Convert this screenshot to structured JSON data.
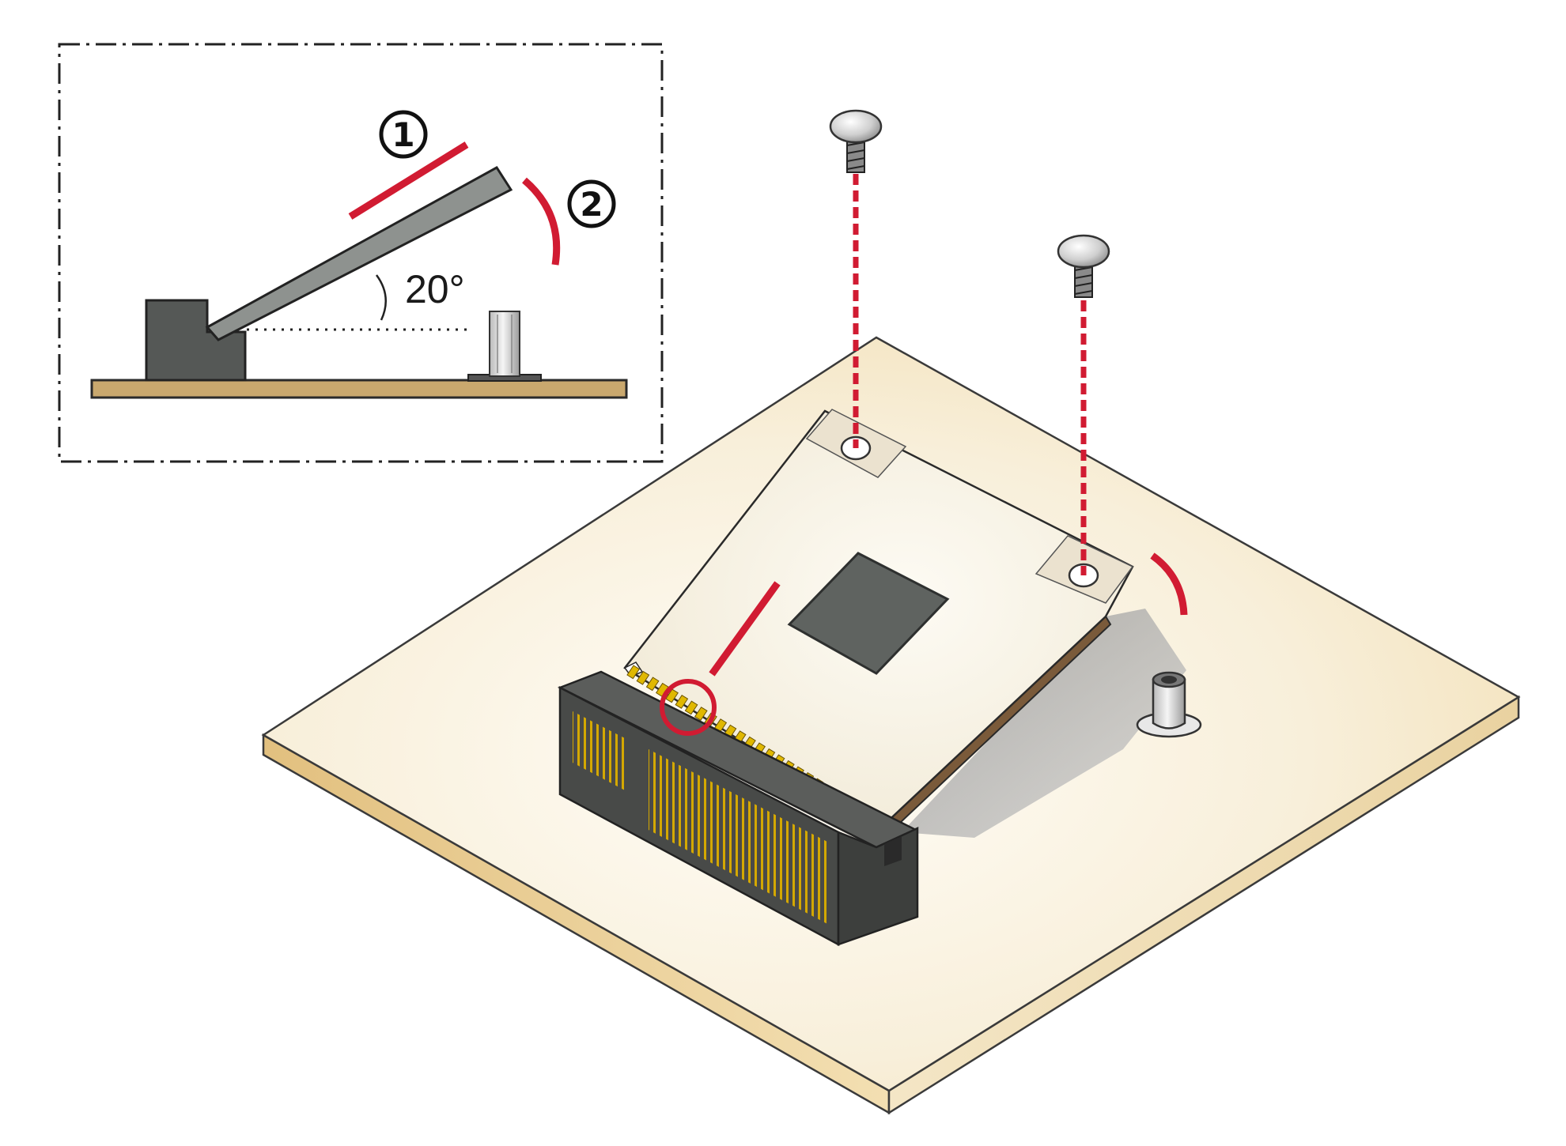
{
  "inset": {
    "step_1_marker": "1",
    "step_2_marker": "2",
    "angle_label": "20°"
  },
  "colors": {
    "highlight_red": "#d11b32",
    "board_beige": "#f5ecd6",
    "board_edge": "#e3c58a",
    "card_beige": "#f4eedf",
    "chip_gray": "#5f6360",
    "connector_dark": "#4a4a48",
    "gold_pins": "#e0b800",
    "inset_pcb": "#c9a86e"
  },
  "icons": {
    "screw_top": "screw-icon",
    "screw_right": "screw-icon",
    "standoff": "standoff-icon"
  }
}
